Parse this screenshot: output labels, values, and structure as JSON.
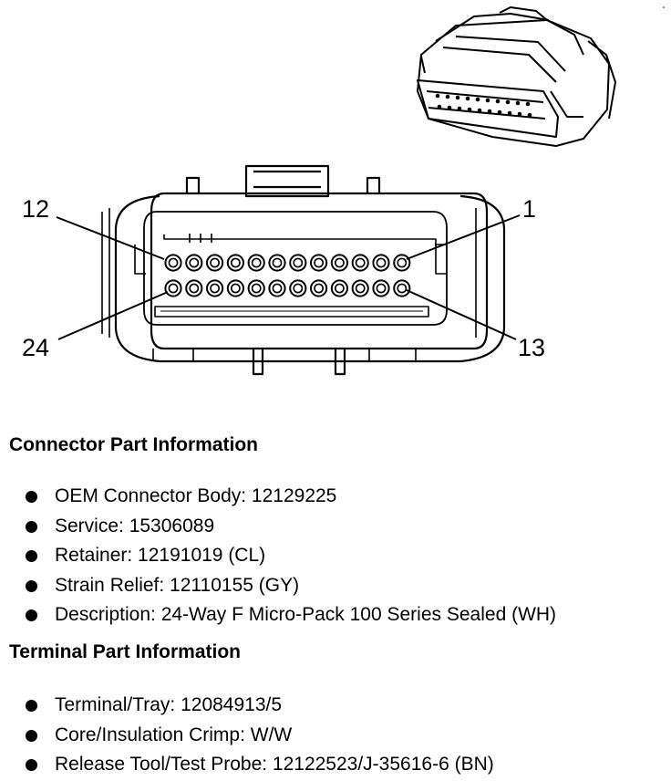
{
  "diagram": {
    "pin_labels": {
      "top_left": "12",
      "top_right": "1",
      "bottom_left": "24",
      "bottom_right": "13"
    },
    "top_row_pins": 12,
    "bottom_row_pins": 12
  },
  "connector_info": {
    "title": "Connector Part Information",
    "items": [
      "OEM Connector Body: 12129225",
      "Service: 15306089",
      "Retainer: 12191019 (CL)",
      "Strain Relief: 12110155 (GY)",
      "Description: 24-Way F Micro-Pack 100 Series Sealed (WH)"
    ]
  },
  "terminal_info": {
    "title": "Terminal Part Information",
    "items": [
      "Terminal/Tray: 12084913/5",
      "Core/Insulation Crimp: W/W",
      "Release Tool/Test Probe: 12122523/J-35616-6 (BN)"
    ]
  }
}
